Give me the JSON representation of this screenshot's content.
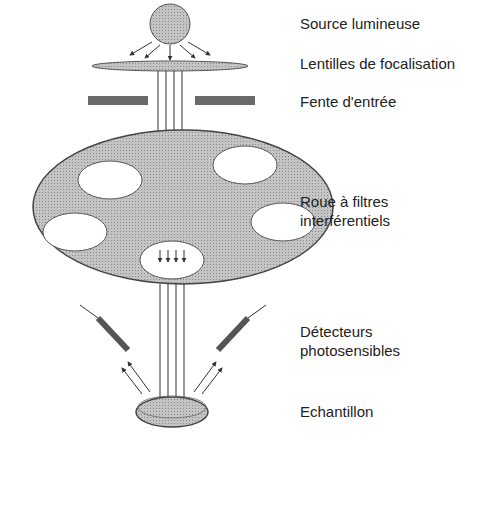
{
  "diagram": {
    "labels": [
      "Source lumineuse",
      "Lentilles de focalisation",
      "Fente d'entrée",
      "Roue à filtres interférentiels",
      "Détecteurs photosensibles",
      "Echantillon"
    ]
  }
}
